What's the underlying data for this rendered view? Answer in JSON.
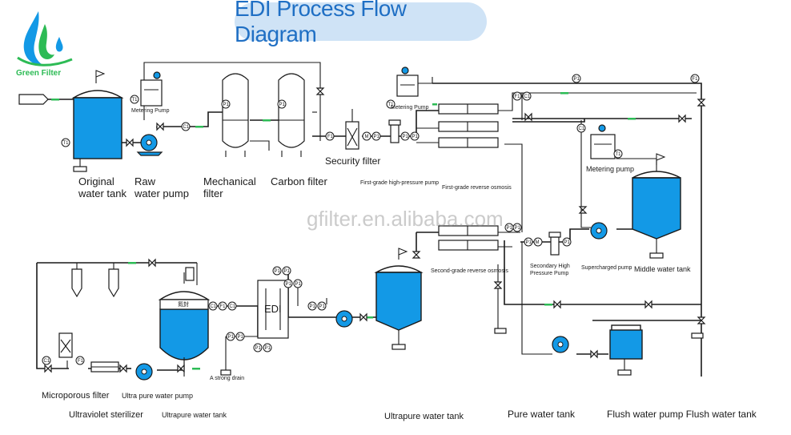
{
  "title": "EDI Process Flow Diagram",
  "logo": {
    "text": "Green Filter"
  },
  "watermark": "gfilter.en.alibaba.com",
  "labels": {
    "original_tank_1": "Original",
    "original_tank_2": "water tank",
    "raw_pump_1": "Raw",
    "raw_pump_2": "water pump",
    "mech_filter_1": "Mechanical",
    "mech_filter_2": "filter",
    "carbon_filter": "Carbon filter",
    "security_filter": "Security filter",
    "first_hp_pump": "First-grade high-pressure pump",
    "first_ro": "First-grade reverse osmosis",
    "metering_pump_1": "Metering Pump",
    "metering_pump_2": "Metering Pump",
    "metering_pump_3": "Metering pump",
    "middle_tank": "Middle water tank",
    "supercharged_pump": "Supercharged pump",
    "secondary_hp_pump_1": "Secondary High",
    "secondary_hp_pump_2": "Pressure Pump",
    "second_ro": "Second-grade reverse osmosis",
    "edi": "EDI",
    "strong_drain": "A strong drain",
    "seal": "氮封",
    "microporous_filter": "Microporous filter",
    "uv_sterilizer": "Ultraviolet sterilizer",
    "ultra_pure_pump": "Ultra pure water pump",
    "ultrapure_tank_a": "Ultrapure water tank",
    "ultrapure_tank_b": "Ultrapure water tank",
    "pure_water_tank": "Pure water tank",
    "flush_pump_tank": "Flush water pump Flush water tank"
  },
  "gauges": {
    "t1": "T1",
    "t1b": "T1",
    "t1c": "T1",
    "c1": "C1",
    "c1b": "C1",
    "c1c": "C1",
    "p1": "P1",
    "f1": "F1",
    "m": "M"
  },
  "colors": {
    "water": "#1399e6",
    "title_pill": "#cfe3f6",
    "title_text": "#1f6fc4",
    "accent_green": "#2dbb55"
  }
}
